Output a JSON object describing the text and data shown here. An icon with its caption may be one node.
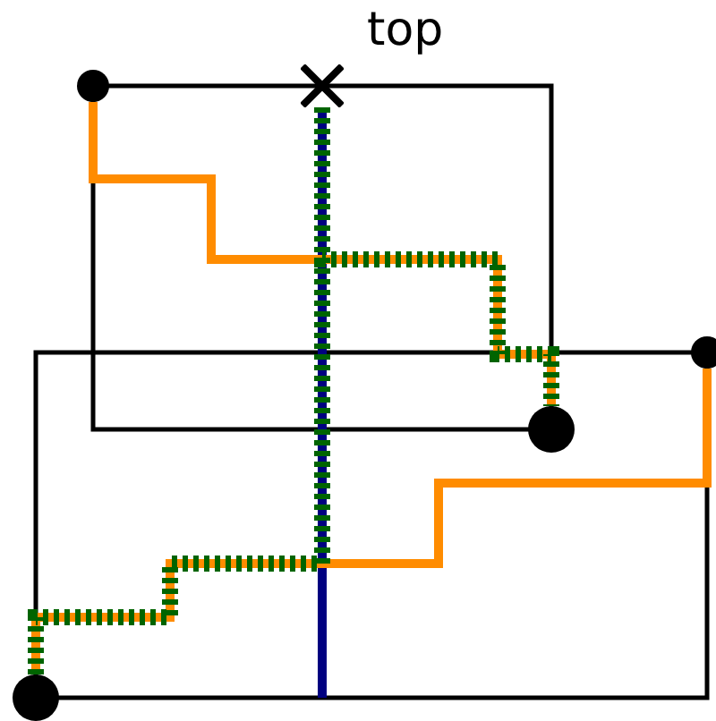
{
  "diagram": {
    "nodes": [
      {
        "text": [],
        "shape": "circle"
      },
      {
        "text": [],
        "shape": "cross"
      },
      {
        "text": [],
        "shape": "circle"
      },
      {
        "text": [],
        "shape": "circle"
      },
      {
        "text": [],
        "shape": "circle"
      }
    ],
    "edges": [
      {
        "from": 0,
        "to": 3,
        "arrow": "none",
        "color": "#ff8c00"
      },
      {
        "from": 2,
        "to": 4,
        "arrow": "none",
        "color": "#ff8c00"
      },
      {
        "from": 1,
        "to": 3,
        "arrow": "none",
        "style": "dashed",
        "color": "#006400"
      },
      {
        "from": 1,
        "to": 4,
        "arrow": "none",
        "style": "dashed",
        "color": "#006400"
      },
      {
        "from": 1,
        "to": null,
        "arrow": "none",
        "color": "#000080"
      }
    ],
    "labels": [
      "top"
    ]
  }
}
